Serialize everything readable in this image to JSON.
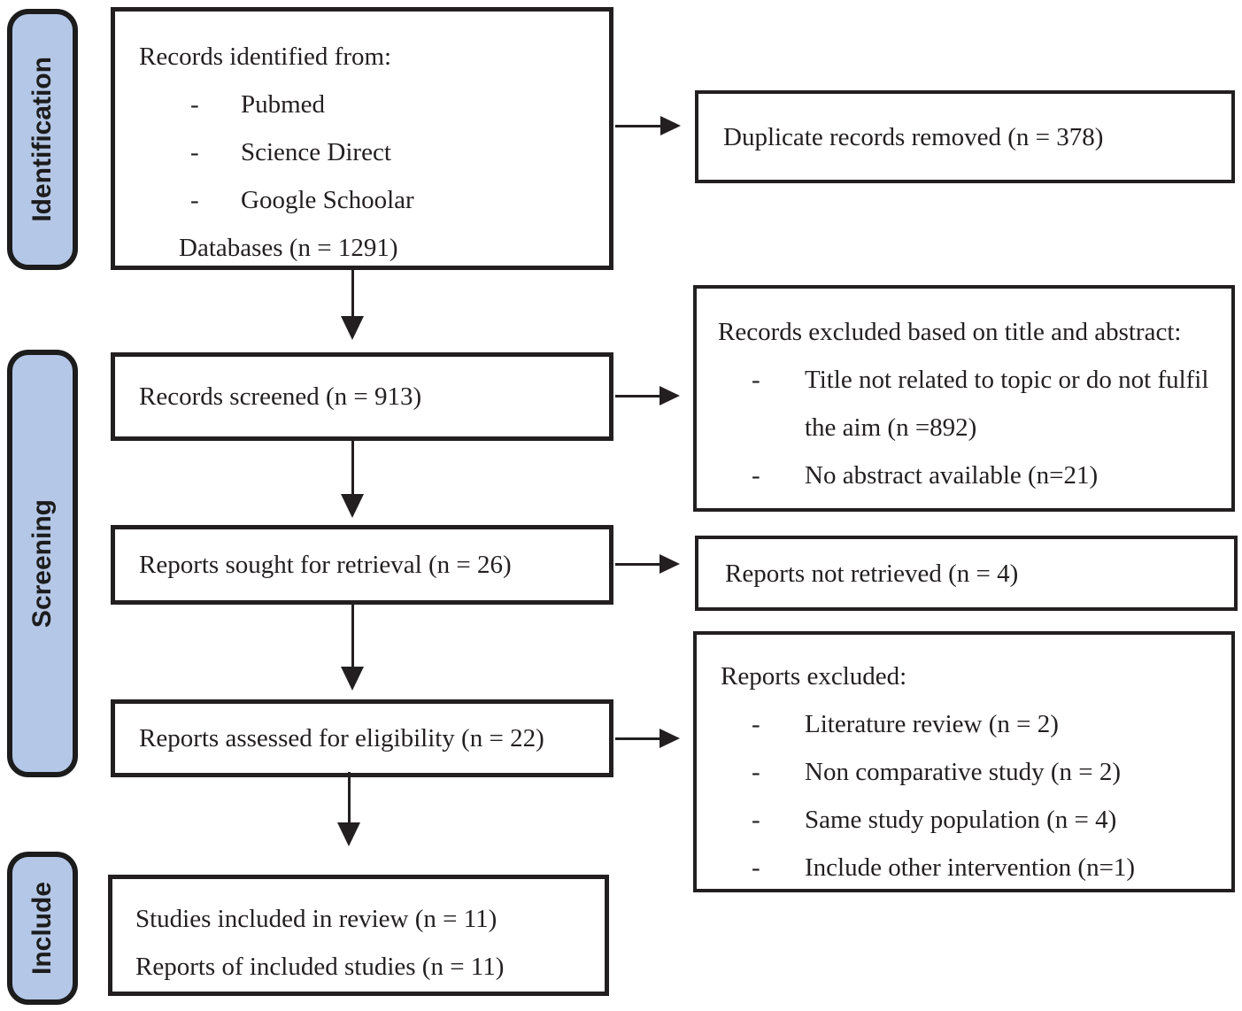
{
  "bullet_char": "-",
  "stages": {
    "identification": "Identification",
    "screening": "Screening",
    "include": "Include"
  },
  "flow": {
    "records_identified": {
      "title": "Records identified from:",
      "sources": [
        "Pubmed",
        "Science Direct",
        "Google Schoolar"
      ],
      "databases": "Databases (n = 1291)"
    },
    "records_screened": "Records screened (n = 913)",
    "reports_sought": "Reports sought for retrieval (n = 26)",
    "reports_assessed": "Reports assessed for eligibility (n = 22)",
    "studies_included": {
      "line1": "Studies included in review (n = 11)",
      "line2": "Reports of included studies (n = 11)"
    }
  },
  "exclusions": {
    "duplicates_removed": "Duplicate records removed (n = 378)",
    "records_excluded": {
      "title": "Records excluded based on title and abstract:",
      "reasons": [
        "Title not related to topic or do not fulfil the aim (n =892)",
        "No abstract available (n=21)"
      ]
    },
    "reports_not_retrieved": "Reports not retrieved (n = 4)",
    "reports_excluded": {
      "title": "Reports excluded:",
      "reasons": [
        "Literature review (n = 2)",
        "Non comparative study (n = 2)",
        "Same study population (n = 4)",
        "Include other intervention (n=1)"
      ]
    }
  },
  "colors": {
    "stage_fill": "#b4c7e7",
    "line_color": "#231f20"
  }
}
